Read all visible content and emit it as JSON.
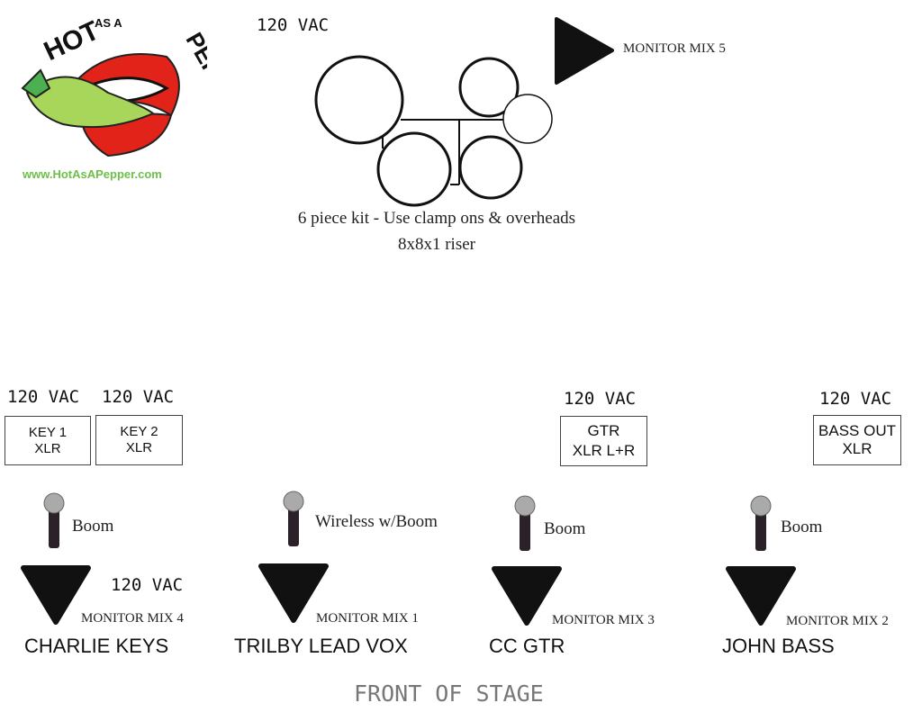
{
  "logo": {
    "text_top": "HOT",
    "text_mid": "AS A",
    "text_bottom": "PEPPER!",
    "url": "www.HotAsAPepper.com",
    "url_color": "#6cc04a",
    "lip_color": "#e2231a",
    "pepper_color": "#a8d65a"
  },
  "drums": {
    "power": "120 VAC",
    "caption": "6 piece kit  - Use clamp ons & overheads",
    "riser": "8x8x1 riser",
    "monitor": "MONITOR MIX 5"
  },
  "power_labels": {
    "key1": "120 VAC",
    "key2": "120 VAC",
    "gtr": "120 VAC",
    "bass": "120 VAC",
    "keys_monitor": "120 VAC"
  },
  "inputs": {
    "key1": [
      "KEY 1",
      "XLR"
    ],
    "key2": [
      "KEY 2",
      "XLR"
    ],
    "gtr": [
      "GTR",
      "XLR L+R"
    ],
    "bass": [
      "BASS OUT",
      "XLR"
    ]
  },
  "positions": [
    {
      "mic": "Boom",
      "monitor": "MONITOR MIX 4",
      "name": "CHARLIE KEYS"
    },
    {
      "mic": "Wireless w/Boom",
      "monitor": "MONITOR MIX 1",
      "name": "TRILBY LEAD VOX"
    },
    {
      "mic": "Boom",
      "monitor": "MONITOR MIX 3",
      "name": "CC GTR"
    },
    {
      "mic": "Boom",
      "monitor": "MONITOR MIX 2",
      "name": "JOHN BASS"
    }
  ],
  "footer": "FRONT OF STAGE"
}
